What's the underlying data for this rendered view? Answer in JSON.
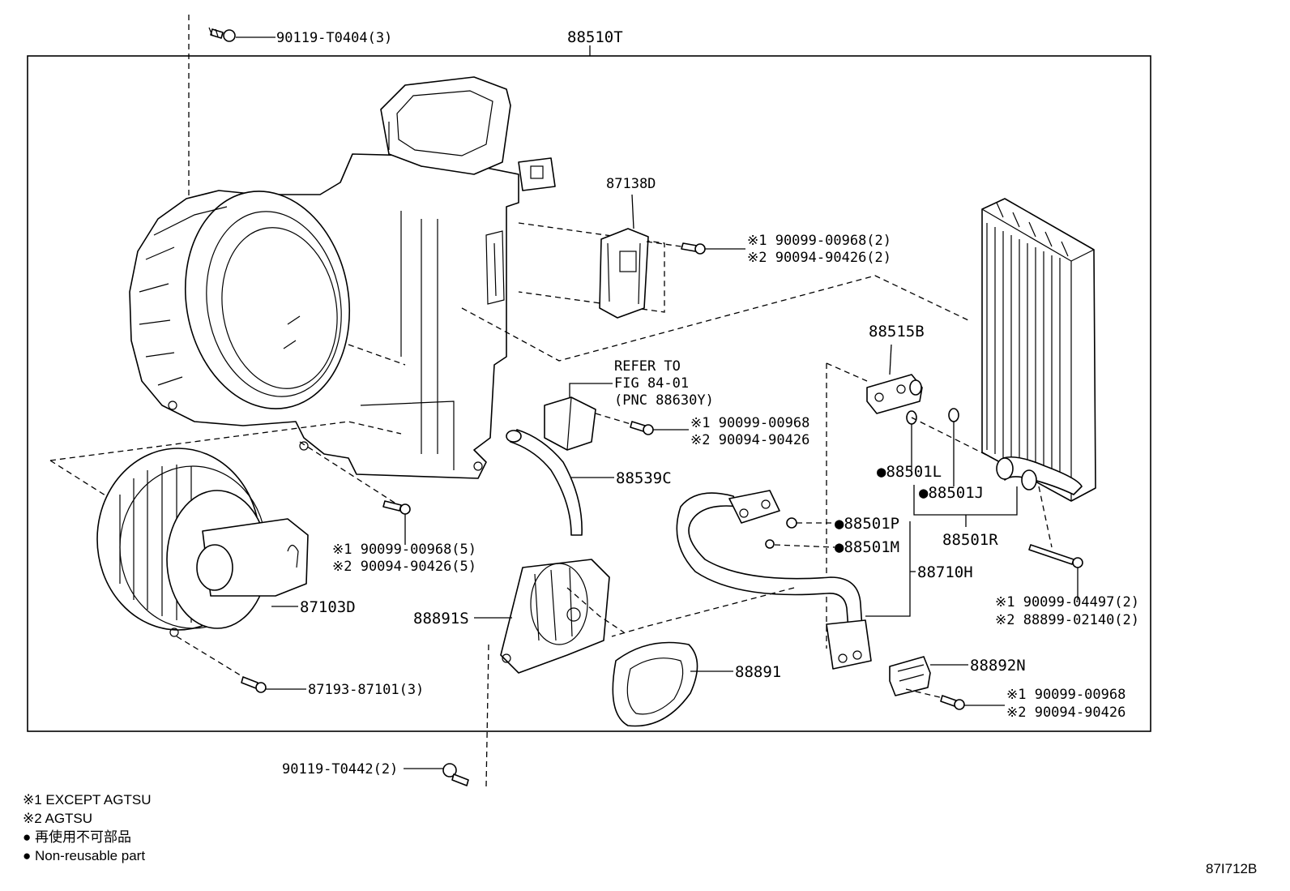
{
  "parts": {
    "assembly": "88510T",
    "screw_top": "90119-T0404(3)",
    "resistor": "87138D",
    "resistor_screw_1": "※1 90099-00968(2)",
    "resistor_screw_2": "※2 90094-90426(2)",
    "refer_1": "REFER TO",
    "refer_2": "FIG 84-01",
    "refer_3": "(PNC 88630Y)",
    "relay_screw_1": "※1 90099-00968",
    "relay_screw_2": "※2 90094-90426",
    "valve": "88515B",
    "hose": "88539C",
    "oring_l": "●88501L",
    "oring_j": "●88501J",
    "oring_p": "●88501P",
    "oring_m": "●88501M",
    "oring_set": "88501R",
    "tube": "88710H",
    "evap_bolt_1": "※1 90099-04497(2)",
    "evap_bolt_2": "※2 88899-02140(2)",
    "motor_screw_1": "※1 90099-00968(5)",
    "motor_screw_2": "※2 90094-90426(5)",
    "blower_motor": "87103D",
    "drain_cover": "88891S",
    "seal": "88891",
    "bracket": "88892N",
    "bracket_screw_1": "※1 90099-00968",
    "bracket_screw_2": "※2 90094-90426",
    "motor_screw_bottom": "87193-87101(3)",
    "screw_bottom": "90119-T0442(2)"
  },
  "legend": {
    "note1": "※1 EXCEPT AGTSU",
    "note2": "※2 AGTSU",
    "nonreusable_jp": "● 再使用不可部品",
    "nonreusable_en": "● Non-reusable part"
  },
  "figure_id": "87I712B"
}
